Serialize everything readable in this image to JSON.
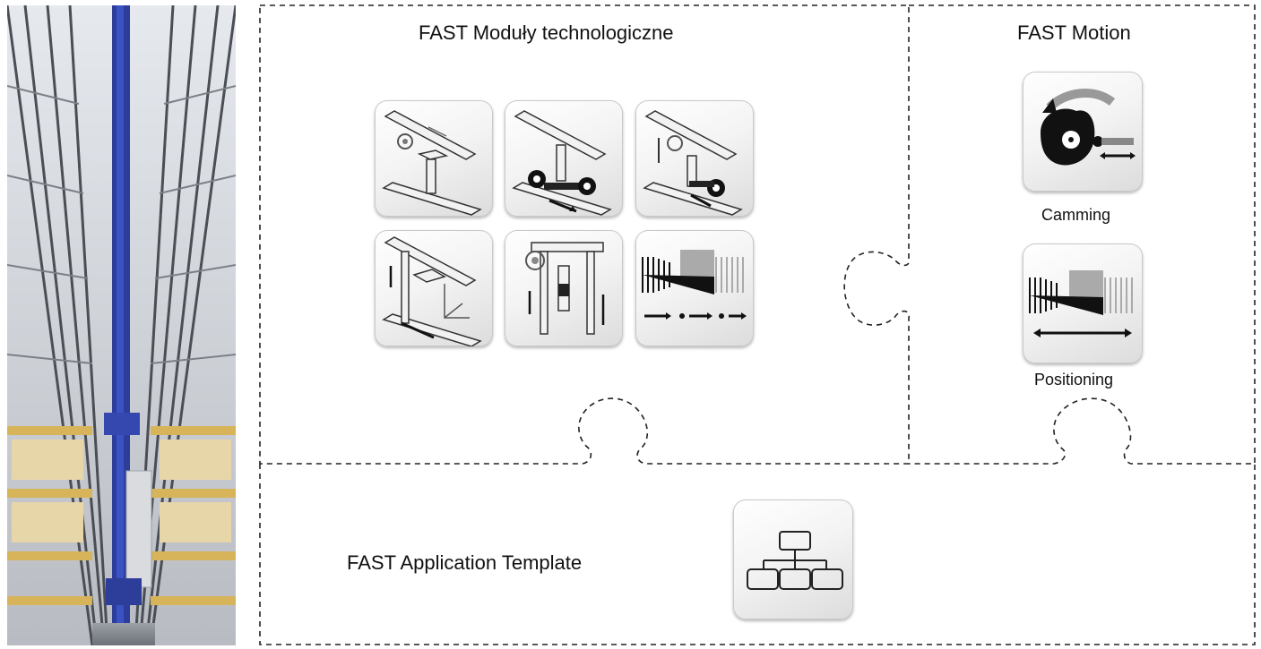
{
  "sections": {
    "technology_modules": {
      "title": "FAST Moduły technologiczne"
    },
    "motion": {
      "title": "FAST Motion",
      "items": [
        {
          "label": "Camming",
          "icon": "camming-icon"
        },
        {
          "label": "Positioning",
          "icon": "positioning-icon"
        }
      ]
    },
    "application_template": {
      "title": "FAST Application Template",
      "icon": "application-template-icon"
    }
  },
  "tech_module_icons": [
    "gantry-linear-axis-icon",
    "gantry-travel-axis-icon",
    "gantry-lift-axis-icon",
    "gantry-3d-axis-icon",
    "portal-lift-icon",
    "synchronized-positioning-icon"
  ],
  "photo": {
    "subject": "warehouse-stacker-crane-photo"
  },
  "colors": {
    "line": "#222222",
    "tile_border": "#c9c9c9",
    "photo_blue": "#2c3d9a"
  }
}
